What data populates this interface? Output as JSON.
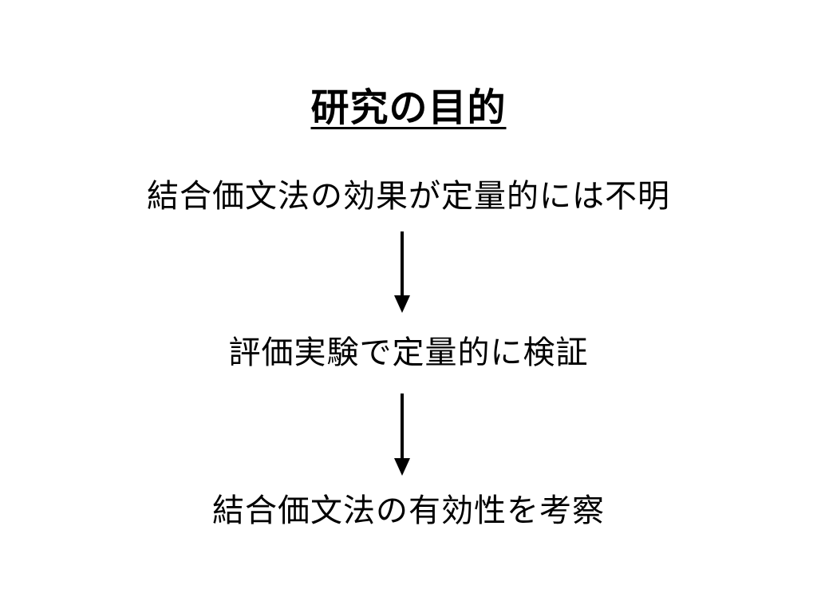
{
  "slide": {
    "title": "研究の目的",
    "steps": [
      {
        "text": "結合価文法の効果が定量的には不明"
      },
      {
        "text": "評価実験で定量的に検証"
      },
      {
        "text": "結合価文法の有効性を考察"
      }
    ]
  },
  "colors": {
    "text": "#000000",
    "background": "#ffffff"
  },
  "icons": [
    "arrow-down-icon",
    "arrow-down-icon"
  ]
}
